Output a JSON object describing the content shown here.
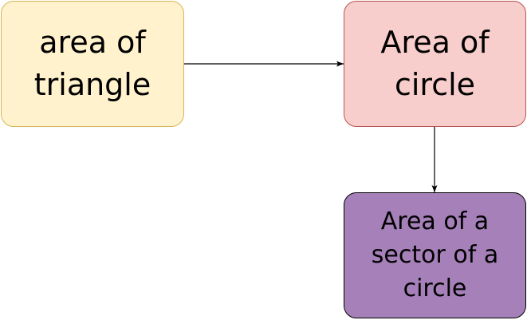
{
  "diagram": {
    "nodes": [
      {
        "id": "a",
        "label": "area of\ntriangle",
        "fill": "#fff2cc",
        "stroke": "#d6b656"
      },
      {
        "id": "b",
        "label": "Area of\ncircle",
        "fill": "#f8cecc",
        "stroke": "#b85450"
      },
      {
        "id": "c",
        "label": "Area of a\nsector of a\ncircle",
        "fill": "#a680b8",
        "stroke": "#000000"
      }
    ],
    "edges": [
      {
        "from": "a",
        "to": "b",
        "color": "#000000"
      },
      {
        "from": "b",
        "to": "c",
        "color": "#000000"
      }
    ]
  }
}
